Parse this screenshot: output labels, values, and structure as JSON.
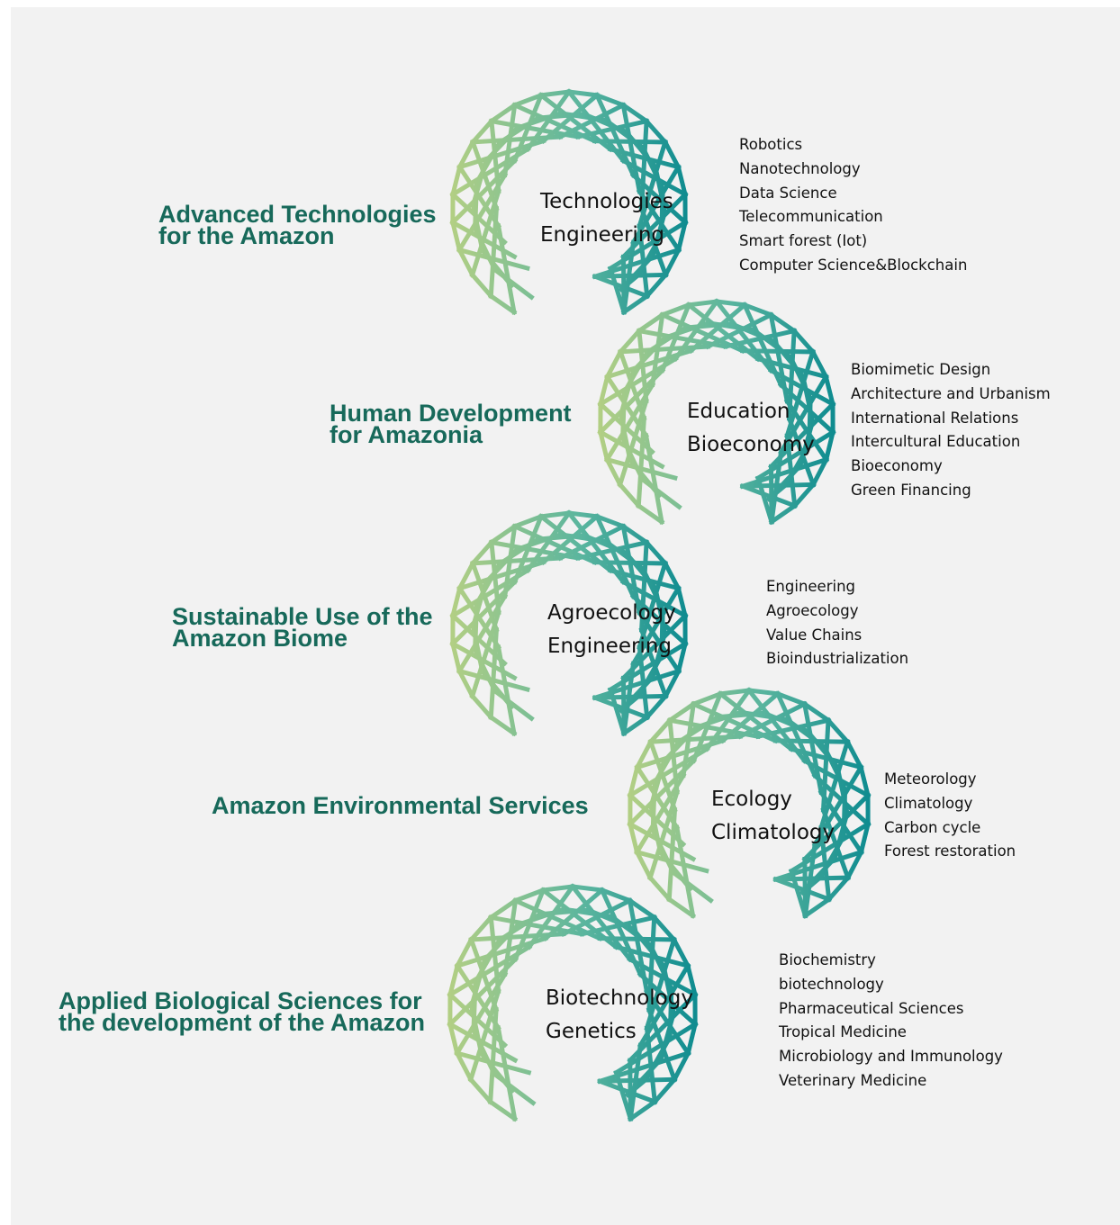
{
  "colors": {
    "panel_background": "#f2f2f2",
    "title_text": "#17695a",
    "ornament_light": "#b2cf84",
    "ornament_mid": "#5ab59e",
    "ornament_dark": "#0f8c90"
  },
  "sections": [
    {
      "title_lines": [
        "Advanced Technologies",
        "for the Amazon"
      ],
      "center_lines": [
        "Technologies",
        "Engineering"
      ],
      "items": [
        "Robotics",
        "Nanotechnology",
        "Data Science",
        "Telecommunication",
        "Smart forest (Iot)",
        "Computer Science&Blockchain"
      ]
    },
    {
      "title_lines": [
        "Human Development",
        "for Amazonia"
      ],
      "center_lines": [
        "Education",
        "Bioeconomy"
      ],
      "items": [
        "Biomimetic Design",
        "Architecture and Urbanism",
        "International Relations",
        "Intercultural Education",
        "Bioeconomy",
        "Green Financing"
      ]
    },
    {
      "title_lines": [
        "Sustainable Use of the",
        "Amazon Biome"
      ],
      "center_lines": [
        "Agroecology",
        "Engineering"
      ],
      "items": [
        "Engineering",
        "Agroecology",
        "Value Chains",
        "Bioindustrialization"
      ]
    },
    {
      "title_lines": [
        "Amazon Environmental Services"
      ],
      "center_lines": [
        "Ecology",
        "Climatology"
      ],
      "items": [
        "Meteorology",
        "Climatology",
        "Carbon cycle",
        "Forest restoration"
      ]
    },
    {
      "title_lines": [
        "Applied Biological Sciences for",
        "the development of the Amazon"
      ],
      "center_lines": [
        "Biotechnology",
        "Genetics"
      ],
      "items": [
        "Biochemistry",
        "biotechnology",
        "Pharmaceutical Sciences",
        "Tropical Medicine",
        "Microbiology and Immunology",
        "Veterinary Medicine"
      ]
    }
  ]
}
